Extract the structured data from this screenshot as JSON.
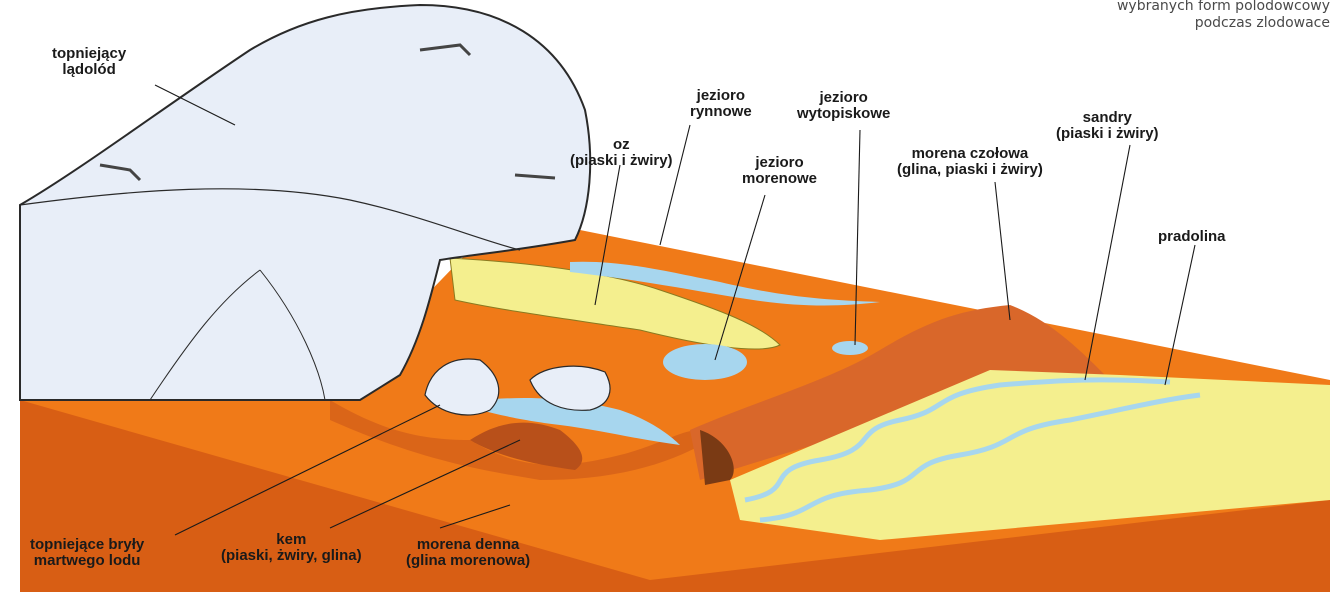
{
  "caption": {
    "line1": "wybranych form polodowcowy",
    "line2": "podczas zlodowace"
  },
  "labels": {
    "topniejacy_ladolod": [
      "topniejący",
      "lądolód"
    ],
    "oz": [
      "oz",
      "(piaski i żwiry)"
    ],
    "jezioro_rynnowe": [
      "jezioro",
      "rynnowe"
    ],
    "jezioro_morenowe": [
      "jezioro",
      "morenowe"
    ],
    "jezioro_wytopiskowe": [
      "jezioro",
      "wytopiskowe"
    ],
    "morena_czolowa": [
      "morena czołowa",
      "(glina, piaski i żwiry)"
    ],
    "sandry": [
      "sandry",
      "(piaski i żwiry)"
    ],
    "pradolina": [
      "pradolina"
    ],
    "topniejace_bryly": [
      "topniejące bryły",
      "martwego lodu"
    ],
    "kem": [
      "kem",
      "(piaski, żwiry, glina)"
    ],
    "morena_denna": [
      "morena denna",
      "(glina morenowa)"
    ]
  },
  "colors": {
    "ice": "#e8eef8",
    "ice_outline": "#2a2a2a",
    "ground": "#f07a18",
    "ground_dark": "#c9541a",
    "moraine": "#d36a2c",
    "sand": "#f4ef8e",
    "water": "#a7d6ee",
    "text": "#1a1a1a"
  }
}
